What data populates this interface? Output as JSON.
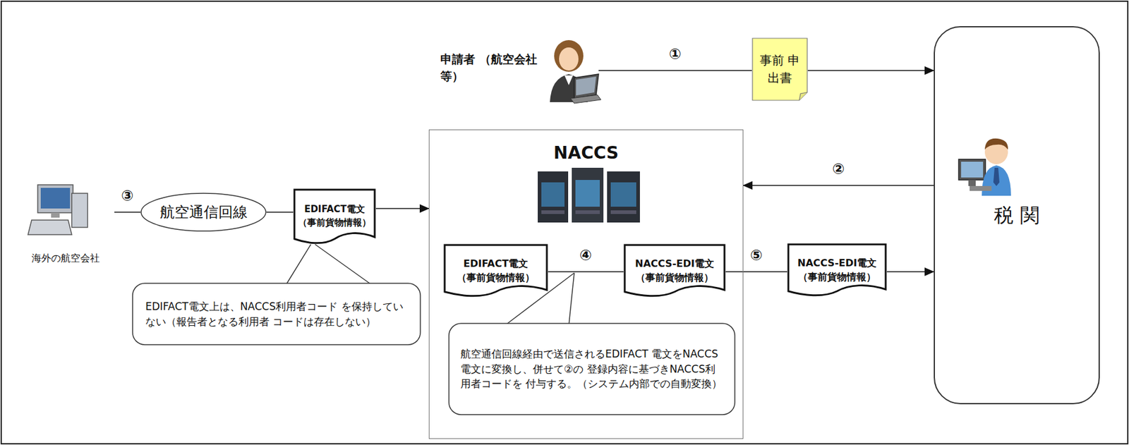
{
  "diagram": {
    "nodes": [
      {
        "text": [
          "申請者 （航空会社等）"
        ]
      },
      {
        "text": [
          "事前 申出書"
        ]
      },
      {
        "text": [
          "NACCS"
        ]
      },
      {
        "text": [
          "EDIFACT電文 （事前貨物情報）"
        ],
        "in": 2
      },
      {
        "text": [
          "NACCS-EDI電文 （事前貨物情報）"
        ],
        "in": 2
      },
      {
        "text": [
          "航空通信回線経由で送信されるEDIFACT 電文をNACCS電文に変換し、併せて②の 登録内容に基づきNACCS利用者コードを 付与する。（システム内部での自動変換）"
        ],
        "in": 2
      },
      {
        "text": [
          "税 関"
        ]
      },
      {
        "text": [
          "海外の航空会社"
        ]
      },
      {
        "text": [
          "航空通信回線"
        ]
      },
      {
        "text": [
          "EDIFACT電文 （事前貨物情報）"
        ]
      },
      {
        "text": [
          "EDIFACT電文上は、NACCS利用者コード を保持していない（報告者となる利用者 コードは存在しない）"
        ]
      },
      {
        "text": [
          "NACCS-EDI電文 （事前貨物情報）"
        ]
      }
    ],
    "edges": [
      {
        "from": 0,
        "to": 1,
        "arrow": "none",
        "label": "①"
      },
      {
        "from": 1,
        "to": 6,
        "arrow": "to"
      },
      {
        "from": 6,
        "to": 2,
        "arrow": "to",
        "label": "②"
      },
      {
        "from": 7,
        "to": 8,
        "arrow": "none",
        "label": "③"
      },
      {
        "from": 8,
        "to": 9,
        "arrow": "none"
      },
      {
        "from": 9,
        "to": 2,
        "arrow": "to"
      },
      {
        "from": 3,
        "to": 4,
        "arrow": "none",
        "label": "④"
      },
      {
        "from": 4,
        "to": 11,
        "arrow": "none",
        "label": "⑤"
      },
      {
        "from": 11,
        "to": 6,
        "arrow": "to"
      }
    ]
  }
}
